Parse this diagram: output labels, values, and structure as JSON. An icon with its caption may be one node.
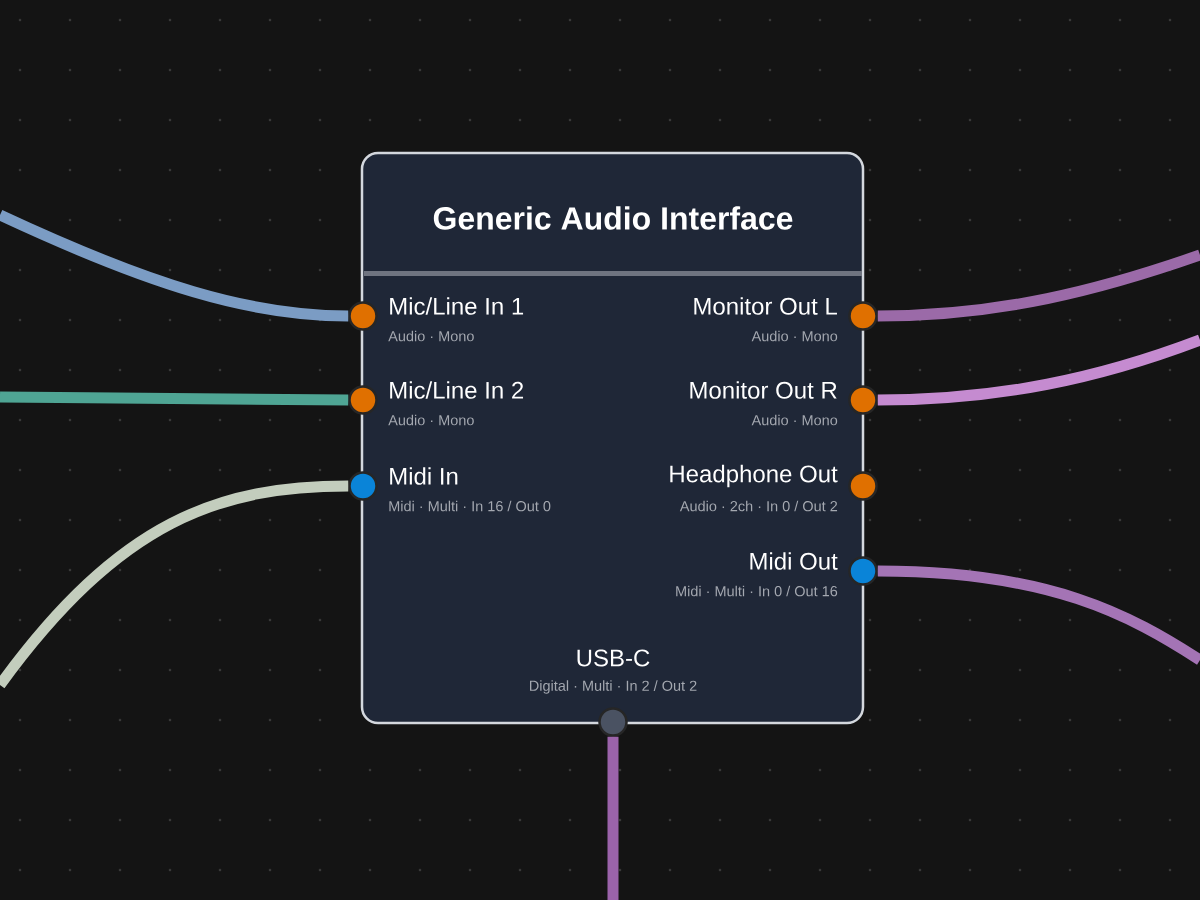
{
  "diagram": {
    "nodes": [
      {
        "text": [
          "Generic Audio Interface"
        ]
      },
      {
        "text": [
          "Mic/Line In 1",
          "Audio · Mono"
        ],
        "in": 0
      },
      {
        "text": [
          "Mic/Line In 2",
          "Audio · Mono"
        ],
        "in": 0
      },
      {
        "text": [
          "Midi In",
          "Midi · Multi · In 16 / Out 0"
        ],
        "in": 0
      },
      {
        "text": [
          "Monitor Out L",
          "Audio · Mono"
        ],
        "in": 0
      },
      {
        "text": [
          "Monitor Out R",
          "Audio · Mono"
        ],
        "in": 0
      },
      {
        "text": [
          "Headphone Out",
          "Audio · 2ch · In 0 / Out 2"
        ],
        "in": 0
      },
      {
        "text": [
          "Midi Out",
          "Midi · Multi · In 0 / Out 16"
        ],
        "in": 0
      },
      {
        "text": [
          "USB-C",
          "Digital · Multi · In 2 / Out 2"
        ],
        "in": 0
      }
    ],
    "edges": [
      {
        "from": null,
        "to": 1,
        "arrow": "none",
        "color": "#7b9cc4"
      },
      {
        "from": null,
        "to": 2,
        "arrow": "none",
        "color": "#4fa594"
      },
      {
        "from": null,
        "to": 3,
        "arrow": "none",
        "color": "#c3cdbd"
      },
      {
        "from": 4,
        "to": null,
        "arrow": "none",
        "color": "#9b6aa8"
      },
      {
        "from": 5,
        "to": null,
        "arrow": "none",
        "color": "#c58bd0"
      },
      {
        "from": 7,
        "to": null,
        "arrow": "none",
        "color": "#a474b5"
      },
      {
        "from": 8,
        "to": null,
        "arrow": "none",
        "color": "#9b63aa"
      }
    ]
  }
}
